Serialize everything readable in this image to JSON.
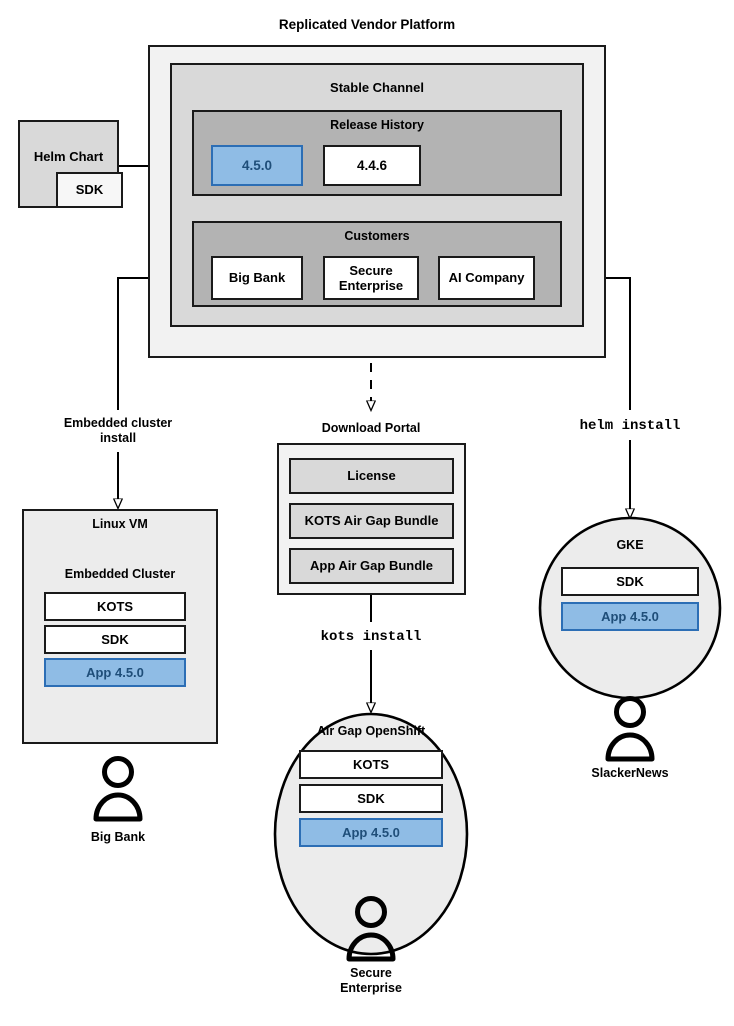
{
  "diagram": {
    "title": "Replicated Vendor Platform",
    "colors": {
      "accent_blue_fill": "#8fbce5",
      "accent_blue_border": "#2c6eb5",
      "accent_blue_text": "#1f4e79",
      "level1_gray": "#f2f2f2",
      "level2_gray": "#d9d9d9",
      "level3_gray": "#b3b3b3",
      "stroke": "#1a1a1a"
    }
  },
  "helm_chart": {
    "label": "Helm Chart",
    "sdk_label": "SDK"
  },
  "platform": {
    "title": "Replicated Vendor Platform",
    "channel": {
      "label": "Stable Channel",
      "release_history": {
        "label": "Release History",
        "releases": [
          {
            "version": "4.5.0",
            "highlighted": true
          },
          {
            "version": "4.4.6",
            "highlighted": false
          }
        ]
      },
      "customers": {
        "label": "Customers",
        "items": [
          {
            "name": "Big Bank"
          },
          {
            "name": "Secure\nEnterprise"
          },
          {
            "name": "AI Company"
          }
        ]
      }
    }
  },
  "flows": {
    "embedded_cluster_install": "Embedded cluster\ninstall",
    "kots_install": "kots install",
    "helm_install": "helm install"
  },
  "download_portal": {
    "label": "Download Portal",
    "artifacts": [
      {
        "name": "License"
      },
      {
        "name": "KOTS Air Gap Bundle"
      },
      {
        "name": "App Air Gap Bundle"
      }
    ]
  },
  "targets": {
    "linux_vm": {
      "label": "Linux VM",
      "cluster_label": "Embedded Cluster",
      "components": [
        {
          "name": "KOTS",
          "highlighted": false
        },
        {
          "name": "SDK",
          "highlighted": false
        },
        {
          "name": "App 4.5.0",
          "highlighted": true
        }
      ],
      "customer": "Big Bank"
    },
    "airgap_openshift": {
      "label": "Air Gap OpenShift",
      "components": [
        {
          "name": "KOTS",
          "highlighted": false
        },
        {
          "name": "SDK",
          "highlighted": false
        },
        {
          "name": "App 4.5.0",
          "highlighted": true
        }
      ],
      "customer": "Secure\nEnterprise"
    },
    "gke": {
      "label": "GKE",
      "components": [
        {
          "name": "SDK",
          "highlighted": false
        },
        {
          "name": "App 4.5.0",
          "highlighted": true
        }
      ],
      "customer": "SlackerNews"
    }
  },
  "icons": {
    "person": "person-icon",
    "arrowhead": "arrowhead-icon"
  }
}
